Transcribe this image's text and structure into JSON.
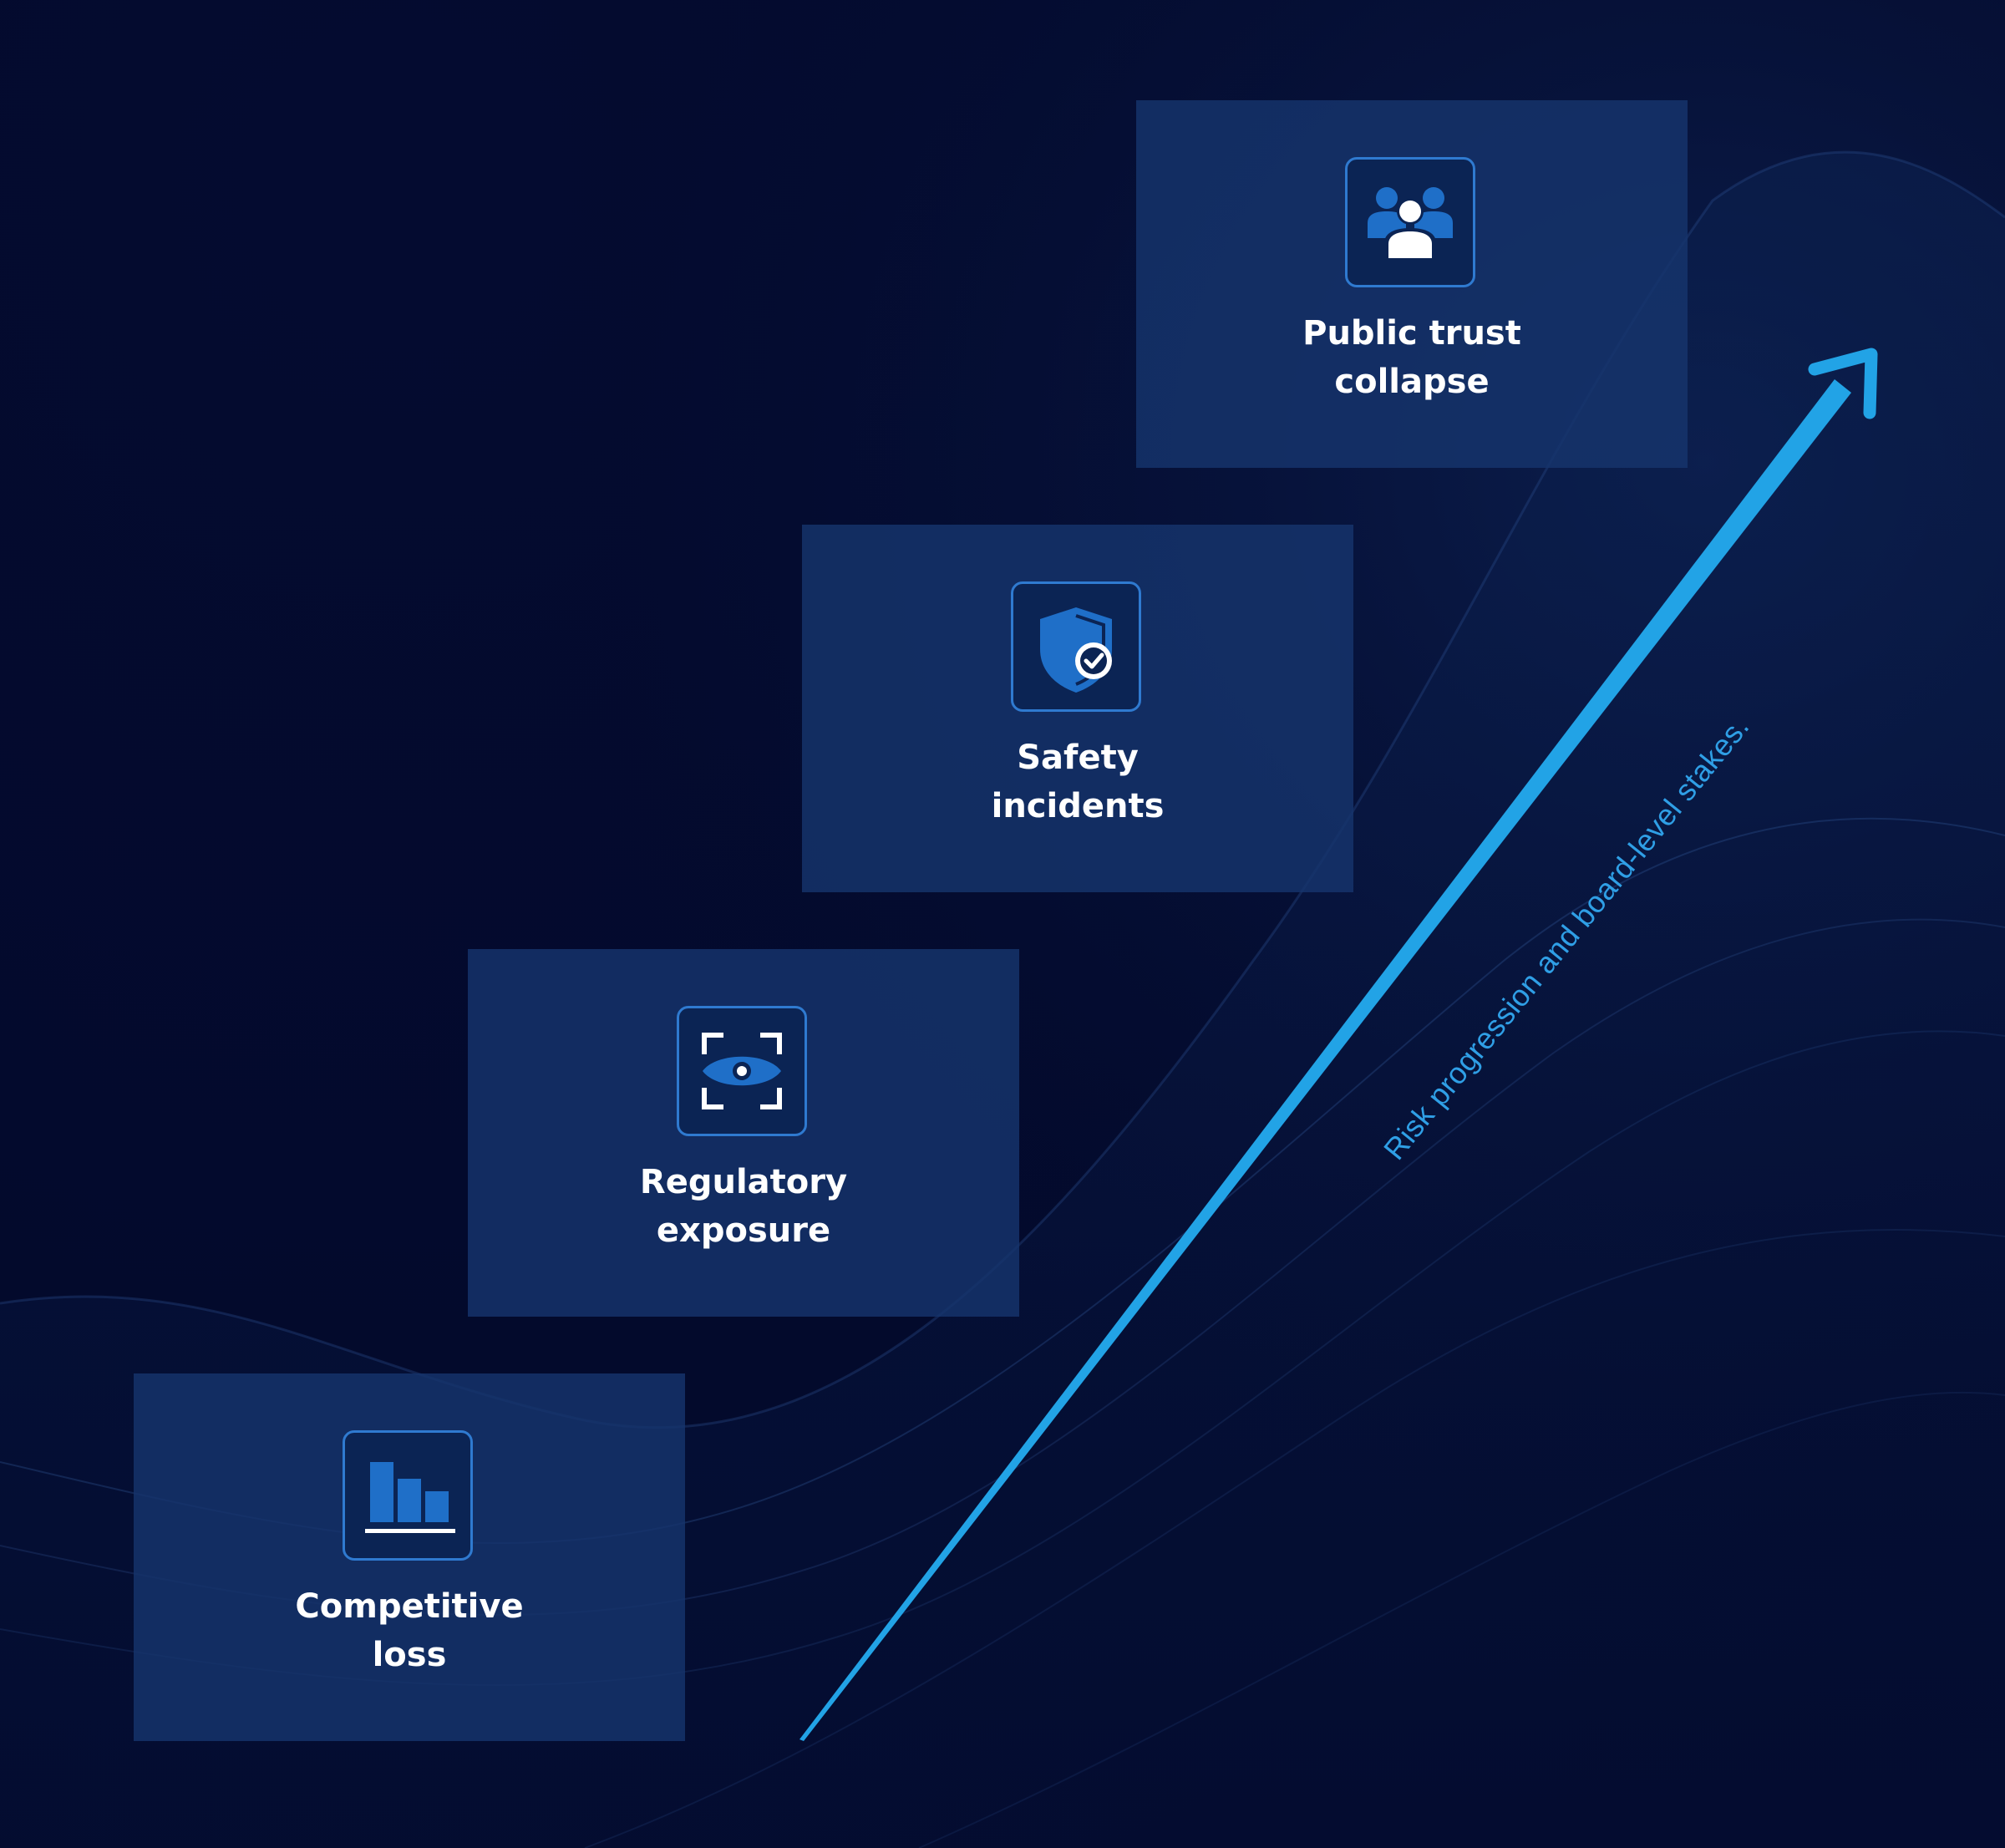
{
  "diagram": {
    "steps": [
      {
        "line1": "Competitive",
        "line2": "loss",
        "icon": "bar-chart-icon"
      },
      {
        "line1": "Regulatory",
        "line2": "exposure",
        "icon": "eye-scan-icon"
      },
      {
        "line1": "Safety",
        "line2": "incidents",
        "icon": "shield-check-icon"
      },
      {
        "line1": "Public trust",
        "line2": "collapse",
        "icon": "people-group-icon"
      }
    ],
    "arrow_caption": "Risk progression and  board-level stakes."
  },
  "colors": {
    "background": "#030a2e",
    "card": "#16346c",
    "icon_border": "#2f7ad0",
    "icon_fill": "#1f6fc8",
    "arrow": "#22a3e6",
    "text": "#ffffff"
  }
}
